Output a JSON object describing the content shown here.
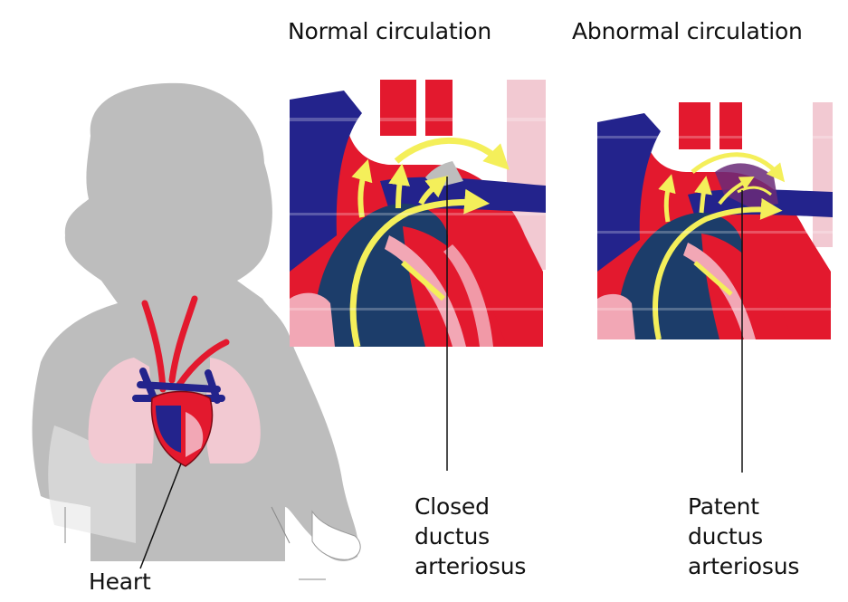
{
  "titles": {
    "normal": "Normal circulation",
    "abnormal": "Abnormal circulation"
  },
  "labels": {
    "heart": "Heart",
    "closed": [
      "Closed",
      "ductus",
      "arteriosus"
    ],
    "patent": [
      "Patent",
      "ductus",
      "arteriosus"
    ]
  },
  "colors": {
    "oxygenated_blood": "#e3192e",
    "deoxygenated_blood": "#23238c",
    "flow_arrows": "#f4ef5a",
    "lungs": "#f2c9d2",
    "infant_silhouette": "#bdbdbd",
    "mixed_blood": "#6a2a78"
  }
}
